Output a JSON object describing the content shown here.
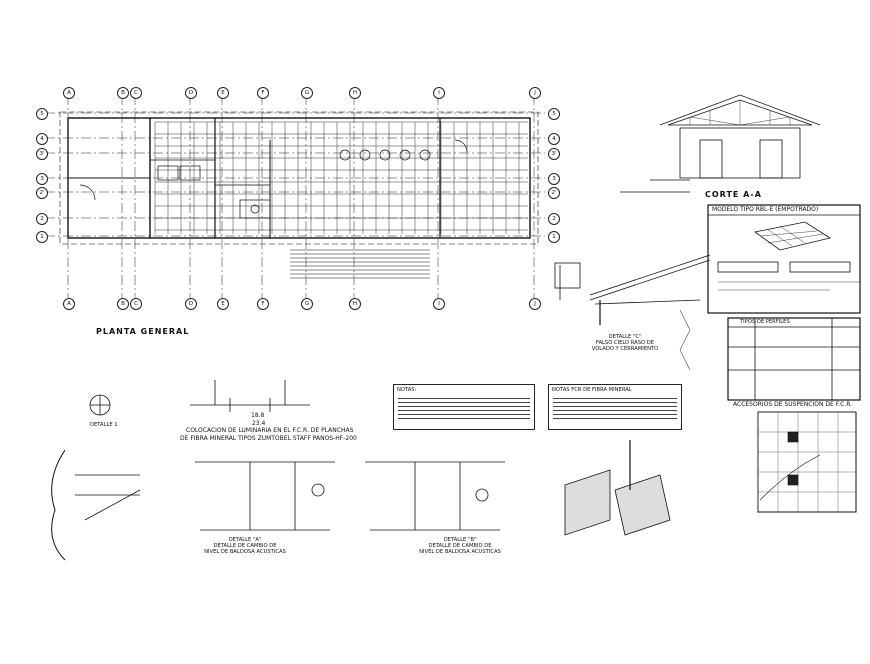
{
  "axes_top": [
    "A",
    "B",
    "C",
    "D",
    "E",
    "F",
    "G",
    "H",
    "I",
    "J"
  ],
  "axes_left": [
    "5",
    "4",
    "3'",
    "3",
    "2'",
    "2",
    "1"
  ],
  "labels": {
    "planta_general": "PLANTA GENERAL",
    "corte_aa": "CORTE A-A",
    "modelo_tipo": "MODELO TIPO RBL-E (EMPOTRADO)",
    "detalle_c_1": "DETALLE \"C\"",
    "detalle_c_2": "FALSO CIELO RASO DE",
    "detalle_c_3": "VOLADO Y CERRAMIENTO",
    "luminaria_1": "COLOCACION DE LUMINARIA EN EL F.C.R. DE PLANCHAS",
    "luminaria_2": "DE FIBRA MINERAL TIPOS ZUMTOBEL STAFF PANOS-HF-200",
    "detalle_1": "DETALLE 1",
    "detalle_a_1": "DETALLE \"A\"",
    "detalle_a_2": "DETALLE DE CAMBIO DE",
    "detalle_a_3": "NIVEL DE BALDOSA ACUSTICAS",
    "detalle_b_1": "DETALLE \"B\"",
    "detalle_b_2": "DETALLE DE CAMBIO DE",
    "detalle_b_3": "NIVEL DE BALDOSA ACUSTICAS",
    "accesorios": "ACCESORIOS DE SUSPENCION DE F.C.R.",
    "notas": "NOTAS:",
    "notas_fibra": "NOTAS FCR DE FIBRA MINERAL",
    "tipos_perfiles": "TIPOS DE PERFILES",
    "dim_188": "18.8",
    "dim_234": "23.4"
  },
  "colors": {
    "line": "#111111",
    "grid": "#333333",
    "hatch": "#555555",
    "paper": "#ffffff"
  }
}
